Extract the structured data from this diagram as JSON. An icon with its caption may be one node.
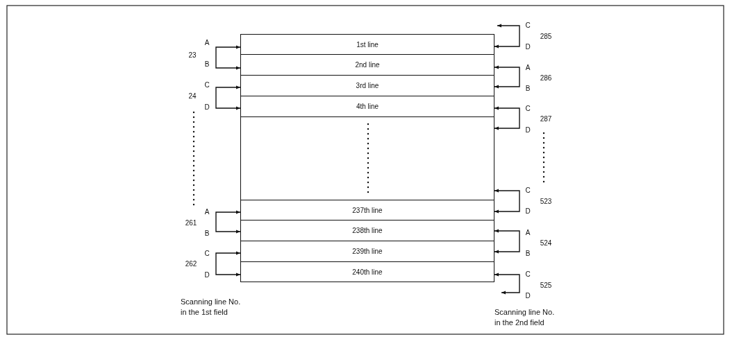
{
  "diagram": {
    "nodes": [
      {
        "text": [
          "1st line"
        ]
      },
      {
        "text": [
          "2nd line"
        ]
      },
      {
        "text": [
          "3rd line"
        ]
      },
      {
        "text": [
          "4th line"
        ]
      },
      {
        "text": [],
        "shape": "box"
      },
      {
        "text": [
          "237th line"
        ]
      },
      {
        "text": [
          "238th line"
        ]
      },
      {
        "text": [
          "239th line"
        ]
      },
      {
        "text": [
          "240th line"
        ]
      }
    ],
    "edges": [
      {
        "from": 0,
        "to": 1,
        "arrow": "both"
      },
      {
        "from": 2,
        "to": 3,
        "arrow": "both"
      },
      {
        "from": 5,
        "to": 6,
        "arrow": "both"
      },
      {
        "from": 7,
        "to": 8,
        "arrow": "both"
      },
      {
        "from": null,
        "to": 0,
        "arrow": "both"
      },
      {
        "from": 1,
        "to": 2,
        "arrow": "both"
      },
      {
        "from": 3,
        "to": 4,
        "arrow": "both"
      },
      {
        "from": 4,
        "to": 5,
        "arrow": "both"
      },
      {
        "from": 6,
        "to": 7,
        "arrow": "both"
      },
      {
        "from": 8,
        "to": null,
        "arrow": "both"
      }
    ],
    "labels": [
      "A",
      "23",
      "B",
      "C",
      "24",
      "D",
      "A",
      "261",
      "B",
      "C",
      "262",
      "D",
      "Scanning line No. in the 1st field",
      "C",
      "285",
      "D",
      "A",
      "286",
      "B",
      "C",
      "287",
      "D",
      "C",
      "523",
      "D",
      "A",
      "524",
      "B",
      "C",
      "525",
      "D",
      "Scanning line No. in the 2nd field"
    ]
  }
}
